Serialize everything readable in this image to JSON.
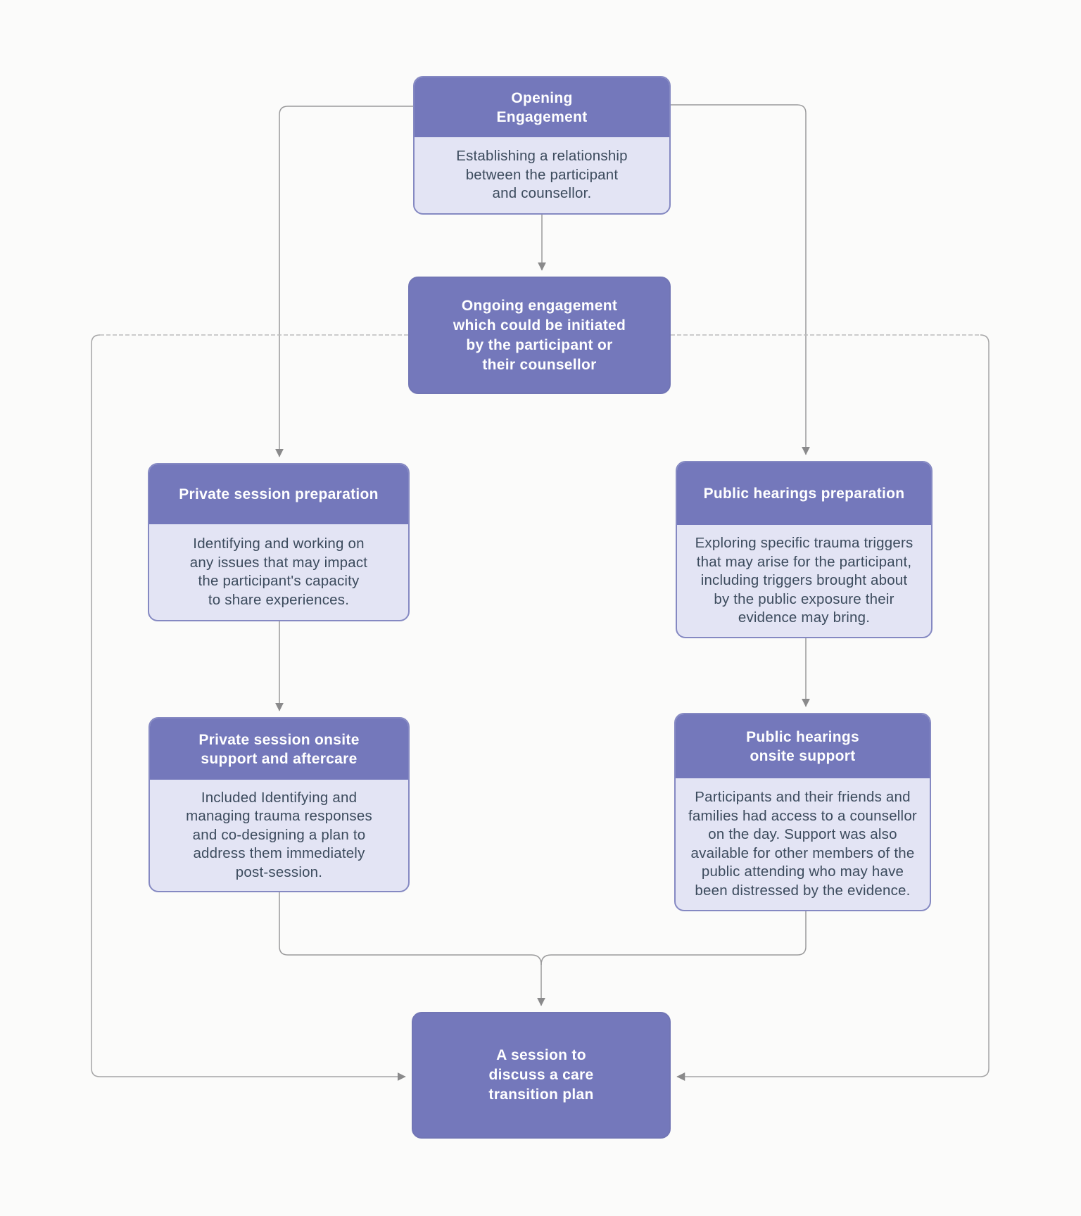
{
  "diagram": {
    "type": "flowchart",
    "colors": {
      "node_header_fill": "#7478bb",
      "node_body_fill": "#e3e4f4",
      "node_border": "#8589c2",
      "header_text": "#ffffff",
      "body_text": "#3c4b5d",
      "connector": "#9a9a9b",
      "background": "#fbfbfa"
    },
    "nodes": {
      "opening": {
        "header": "Opening\nEngagement",
        "body": "Establishing a relationship\nbetween the participant\nand counsellor."
      },
      "ongoing": {
        "label": "Ongoing engagement\nwhich could be initiated\nby the participant or\ntheir counsellor"
      },
      "private_prep": {
        "header": "Private session preparation",
        "body": "Identifying and working on\nany issues that may impact\nthe participant's capacity\nto share experiences."
      },
      "public_prep": {
        "header": "Public hearings preparation",
        "body": "Exploring specific trauma triggers\nthat may arise for the participant,\nincluding triggers brought about\nby the public exposure their\nevidence may bring."
      },
      "private_onsite": {
        "header": "Private session onsite\nsupport and aftercare",
        "body": "Included Identifying and\nmanaging trauma responses\nand co-designing a plan to\naddress them immediately\npost-session."
      },
      "public_onsite": {
        "header": "Public hearings\nonsite support",
        "body": "Participants and their friends and\nfamilies had access to a counsellor\non the day. Support was also\navailable for other members of the\npublic attending who may have\nbeen distressed by the evidence."
      },
      "care_plan": {
        "label": "A session to\ndiscuss a care\ntransition plan"
      }
    },
    "edges": [
      {
        "from": "opening",
        "to": "ongoing",
        "style": "solid-arrow"
      },
      {
        "from": "opening",
        "to": "private_prep",
        "style": "solid-arrow"
      },
      {
        "from": "opening",
        "to": "public_prep",
        "style": "solid-arrow"
      },
      {
        "from": "private_prep",
        "to": "private_onsite",
        "style": "solid-arrow"
      },
      {
        "from": "public_prep",
        "to": "public_onsite",
        "style": "solid-arrow"
      },
      {
        "from": "private_onsite",
        "to": "care_plan",
        "style": "solid-arrow-merged"
      },
      {
        "from": "public_onsite",
        "to": "care_plan",
        "style": "solid-arrow-merged"
      },
      {
        "from": "ongoing",
        "to": "care_plan",
        "style": "dashed-loop-left-arrow"
      },
      {
        "from": "ongoing",
        "to": "care_plan",
        "style": "dashed-loop-right-arrow"
      }
    ]
  }
}
